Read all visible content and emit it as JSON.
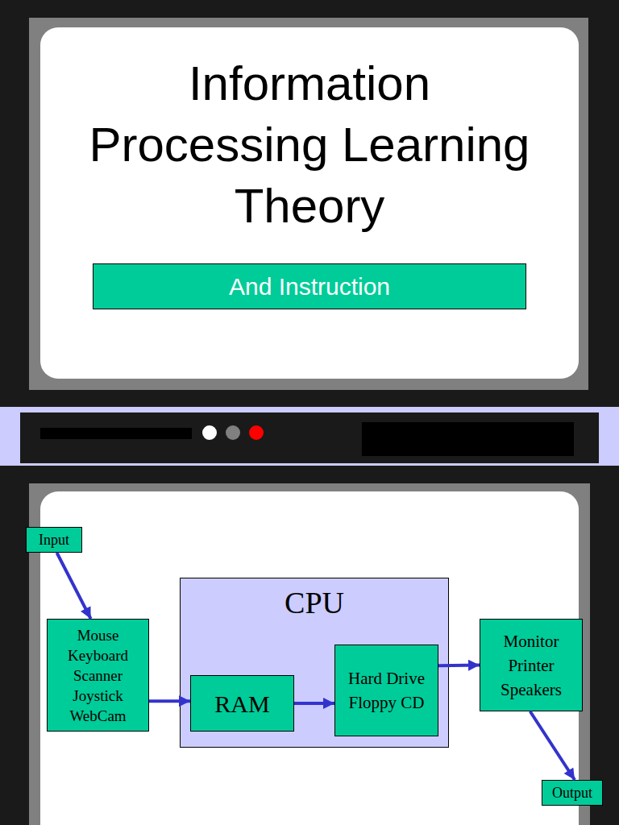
{
  "diagram": {
    "title": "Information Processing Learning Theory",
    "nodes": [
      {
        "text": [
          "And Instruction"
        ]
      },
      {
        "text": [
          "Input"
        ]
      },
      {
        "text": [
          "Mouse Keyboard Scanner Joystick WebCam"
        ]
      },
      {
        "text": [
          "CPU"
        ]
      },
      {
        "text": [
          "RAM"
        ],
        "in": 3
      },
      {
        "text": [
          "Hard Drive Floppy CD"
        ],
        "in": 3
      },
      {
        "text": [
          "Monitor Printer Speakers"
        ]
      },
      {
        "text": [
          "Output"
        ]
      }
    ],
    "edges": [
      {
        "from": 1,
        "to": 2,
        "arrow": "to"
      },
      {
        "from": 2,
        "to": 4,
        "arrow": "to"
      },
      {
        "from": 4,
        "to": 5,
        "arrow": "to"
      },
      {
        "from": 5,
        "to": 6,
        "arrow": "to"
      },
      {
        "from": 6,
        "to": 7,
        "arrow": "to"
      }
    ]
  }
}
